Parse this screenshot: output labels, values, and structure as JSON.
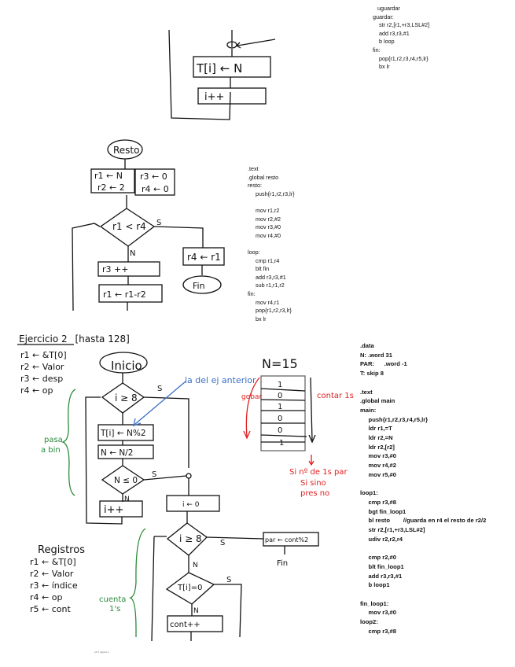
{
  "code_blocks": {
    "top": [
      "    uguardar",
      " guardar:",
      "     str r2,[r1,+r3,LSL#2]",
      "     add r3,r3,#1",
      "     b loop",
      " fin:",
      "     pop{r1,r2,r3,r4,r5,lr}",
      "     bx lr"
    ],
    "resto": [
      ".text",
      ".global resto",
      "resto:",
      "     push{r1,r2,r3,lr}",
      "",
      "     mov r1,r2",
      "     mov r2,#2",
      "     mov r3,#0",
      "     mov r4,#0",
      "",
      "loop:",
      "     cmp r1,r4",
      "     blt fin",
      "     add r3,r3,#1",
      "     sub r1,r1,r2",
      "fin:",
      "     mov r4,r1",
      "     pop{r1,r2,r3,lr}",
      "     bx lr"
    ],
    "main": [
      ".data",
      "N: .word 31",
      "PAR:      .word -1",
      "T: skip 8",
      "",
      ".text",
      ".global main",
      "main:",
      "     push{r1,r2,r3,r4,r5,lr}",
      "     ldr r1,=T",
      "     ldr r2,=N",
      "     ldr r2,[r2]",
      "     mov r3,#0",
      "     mov r4,#2",
      "     mov r5,#0",
      "",
      "loop1:",
      "     cmp r3,#8",
      "     bgt fin_loop1",
      "     bl resto        //guarda en r4 el resto de r2/2",
      "     str r2,[r1,+r3,LSL#2]",
      "     udiv r2,r2,r4",
      "",
      "     cmp r2,#0",
      "     blt fin_loop1",
      "     add r3,r3,#1",
      "     b loop1",
      "",
      "fin_loop1:",
      "     mov r3,#0",
      "loop2:",
      "     cmp r3,#8"
    ]
  },
  "top_flowchart": {
    "box1": "T[i] ← N",
    "box2": "i++"
  },
  "resto_flowchart": {
    "start": "Resto",
    "init_left": [
      "r1 ← N",
      "r2 ← 2"
    ],
    "init_right": [
      "r3 ← 0",
      "r4 ← 0"
    ],
    "condition": "r1 < r4",
    "yes": "S",
    "no": "N",
    "step1": "r3 ++",
    "step2": "r1 ← r1-r2",
    "yes_box": "r4 ← r1",
    "end": "Fin"
  },
  "ejercicio2": {
    "title": "Ejercicio 2",
    "bracket_note": "[hasta 128]",
    "regs": [
      "r1 ← &T[0]",
      "r2 ← Valor",
      "r3 ← desp",
      "r4 ← op"
    ],
    "start": "Inicio",
    "cond1": "i ≥ 8",
    "box_mod": "T[i] ← N%2",
    "box_div": "N ← N/2",
    "cond2": "N ≤ 0",
    "inc": "i++",
    "reset": "i ← 0",
    "cond3": "i ≥ 8",
    "cond4": "T[i]=0",
    "count": "cont++",
    "par_box": "par ← cont%2",
    "end": "Fin",
    "label_s": "S",
    "label_n": "N",
    "blue_note": "la del ej anterior",
    "green_note1": [
      "pasa",
      "a bin"
    ],
    "green_note2": [
      "cuenta",
      "1's"
    ]
  },
  "bits_diagram": {
    "title": "N=15",
    "bits": [
      "1",
      "0",
      "1",
      "0",
      "0",
      "1"
    ],
    "left_note": "gobar",
    "right_note": "contar 1s",
    "bottom_note": [
      "Si nº de 1s par",
      "Si sino",
      "pres no"
    ]
  },
  "registros": {
    "title": "Registros",
    "items": [
      "r1 ← &T[0]",
      "r2 ← Valor",
      "r3 ← índice",
      "r4 ← op",
      "r5 ← cont"
    ]
  },
  "footer": "AOT página 2",
  "colors": {
    "ink": "#111111",
    "blue": "#3a6fc4",
    "red": "#e02020",
    "green": "#2a8a3a"
  }
}
